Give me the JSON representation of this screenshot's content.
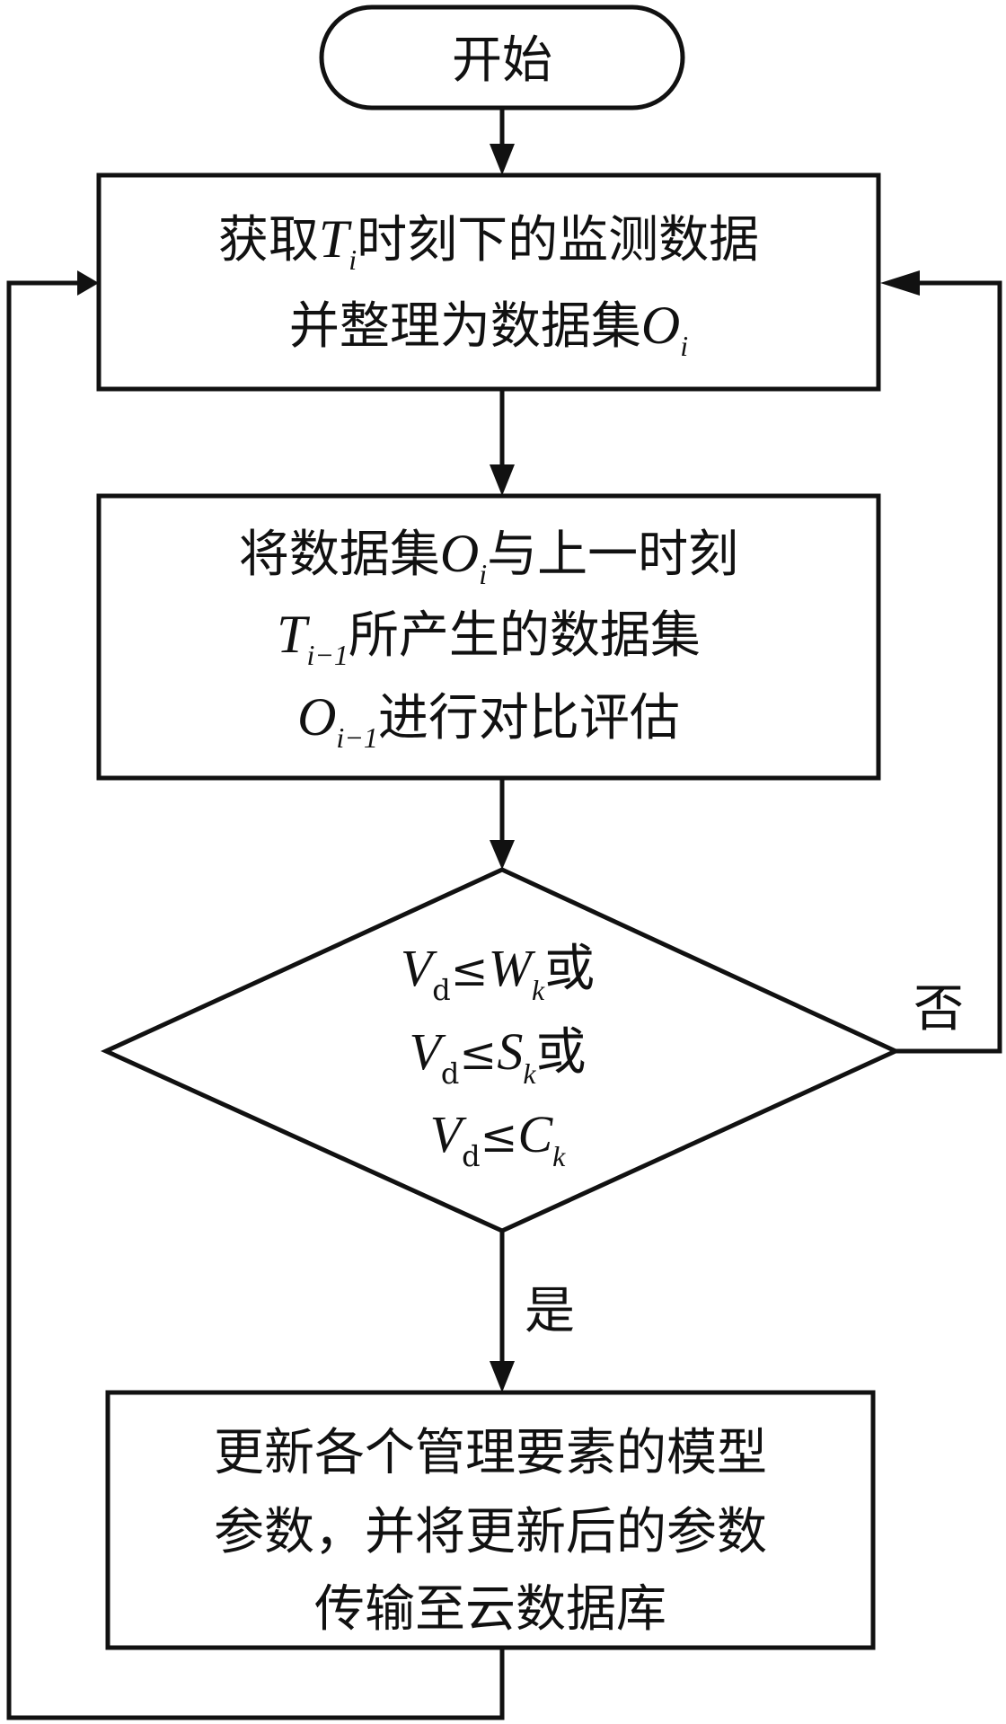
{
  "flowchart": {
    "start": {
      "label": "开始"
    },
    "step1": {
      "line1_pre": "获取",
      "line1_var": "T",
      "line1_sub": "i",
      "line1_post": "时刻下的监测数据",
      "line2_pre": "并整理为数据集",
      "line2_var": "O",
      "line2_sub": "i"
    },
    "step2": {
      "line1_pre": "将数据集",
      "line1_var": "O",
      "line1_sub": "i",
      "line1_post": "与上一时刻",
      "line2_var": "T",
      "line2_sub": "i−1",
      "line2_post": "所产生的数据集",
      "line3_var": "O",
      "line3_sub": "i−1",
      "line3_post": "进行对比评估"
    },
    "decision": {
      "v": "V",
      "v_sub": "d",
      "le": "≤",
      "c1_var": "W",
      "c2_var": "S",
      "c3_var": "C",
      "c_sub": "k",
      "or": "或"
    },
    "step3": {
      "line1": "更新各个管理要素的模型",
      "line2": "参数，并将更新后的参数",
      "line3": "传输至云数据库"
    },
    "labels": {
      "no": "否",
      "yes": "是"
    }
  }
}
